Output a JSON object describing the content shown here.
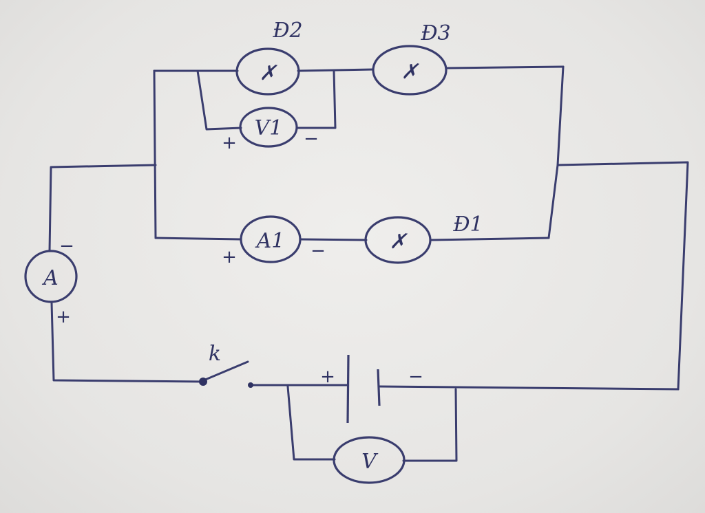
{
  "lamps": {
    "d1": "Đ1",
    "d2": "Đ2",
    "d3": "Đ3",
    "symbol": "✗"
  },
  "meters": {
    "ammeter_main": "A",
    "ammeter_branch": "A1",
    "voltmeter_lamp": "V1",
    "voltmeter_source": "V"
  },
  "switch_label": "k",
  "signs": {
    "plus": "+",
    "minus": "−"
  }
}
